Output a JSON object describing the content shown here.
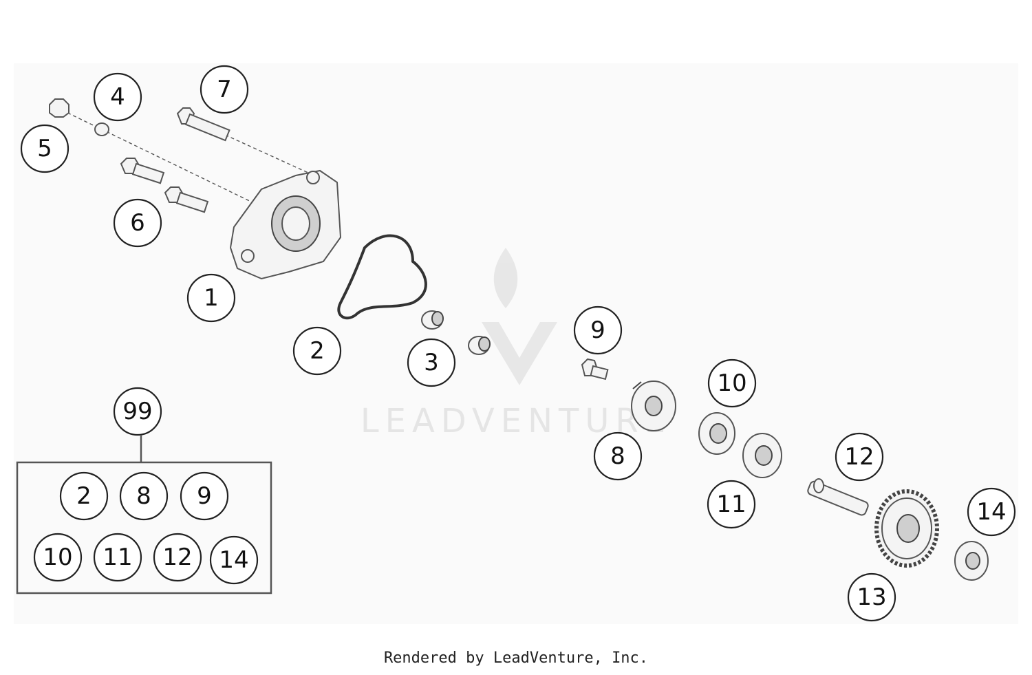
{
  "callouts": {
    "c1": "1",
    "c2": "2",
    "c3": "3",
    "c4": "4",
    "c5": "5",
    "c6": "6",
    "c7": "7",
    "c8": "8",
    "c9": "9",
    "c10": "10",
    "c11": "11",
    "c12": "12",
    "c13": "13",
    "c14": "14",
    "c99": "99"
  },
  "kit": {
    "items": [
      "2",
      "8",
      "9",
      "10",
      "11",
      "12",
      "14"
    ]
  },
  "watermark": {
    "text": "LEADVENTURE"
  },
  "footer": {
    "credit": "Rendered by LeadVenture, Inc."
  }
}
